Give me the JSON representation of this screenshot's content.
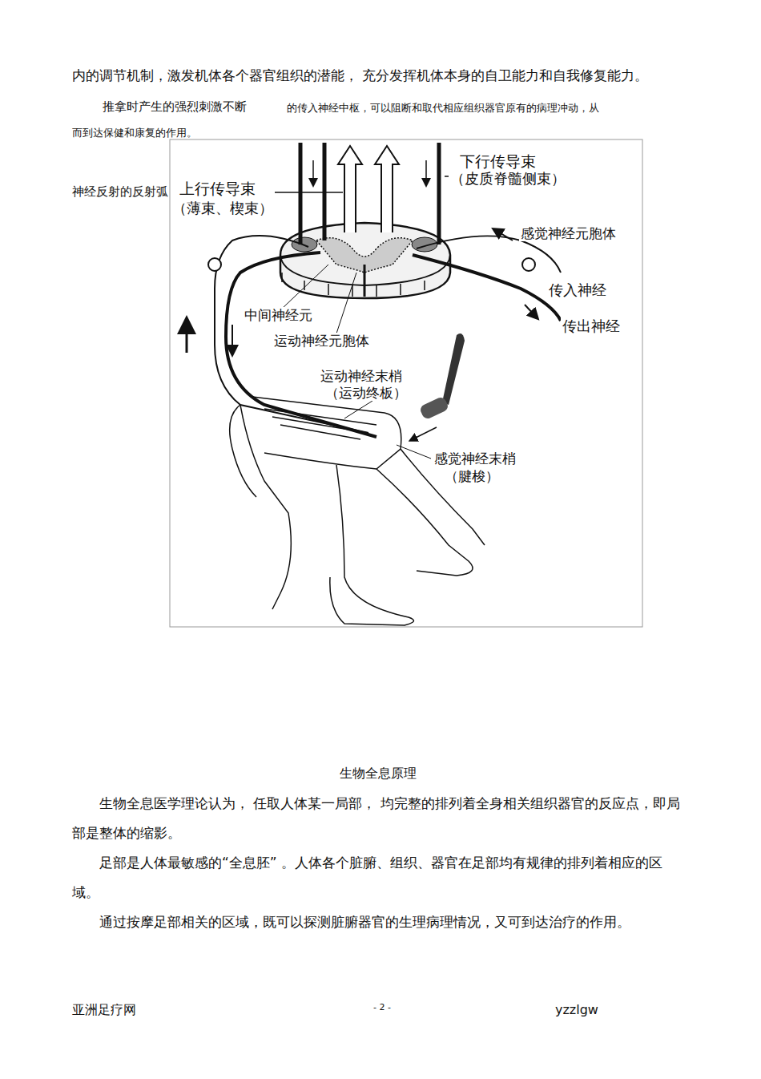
{
  "diagram": {
    "labels": [
      "内的调节机制，激发机体各个器官组织的潜能， 充分发挥机体本身的自卫能力和自我修复能力。",
      "推拿时产生的强烈刺激不断",
      "的传入神经中枢，可以阻断和取代相应组织器官原有的病理冲动，从",
      "而到达保健和康复的作用。",
      "神经反射的反射弧",
      "上行传导束",
      "（薄束、楔束）",
      "下行传导束",
      "（皮质脊髓侧束）",
      "感觉神经元胞体",
      "传入神经",
      "传出神经",
      "中间神经元",
      "运动神经元胞体",
      "运动神经末梢",
      "（运动终板）",
      "感觉神经末梢",
      "（腱梭）",
      "生物全息原理",
      "生物全息医学理论认为， 任取人体某一局部， 均完整的排列着全身相关组织器官的反应点，即局部是整体的缩影。",
      "足部是人体最敏感的“全息胚” 。人体各个脏腑、组织、器官在足部均有规律的排列着相应的区域。",
      "通过按摩足部相关的区域，既可以探测脏腑器官的生理病理情况，又可到达治疗的作用。",
      "亚洲足疗网",
      "- 2 -",
      "yzzlgw"
    ]
  }
}
